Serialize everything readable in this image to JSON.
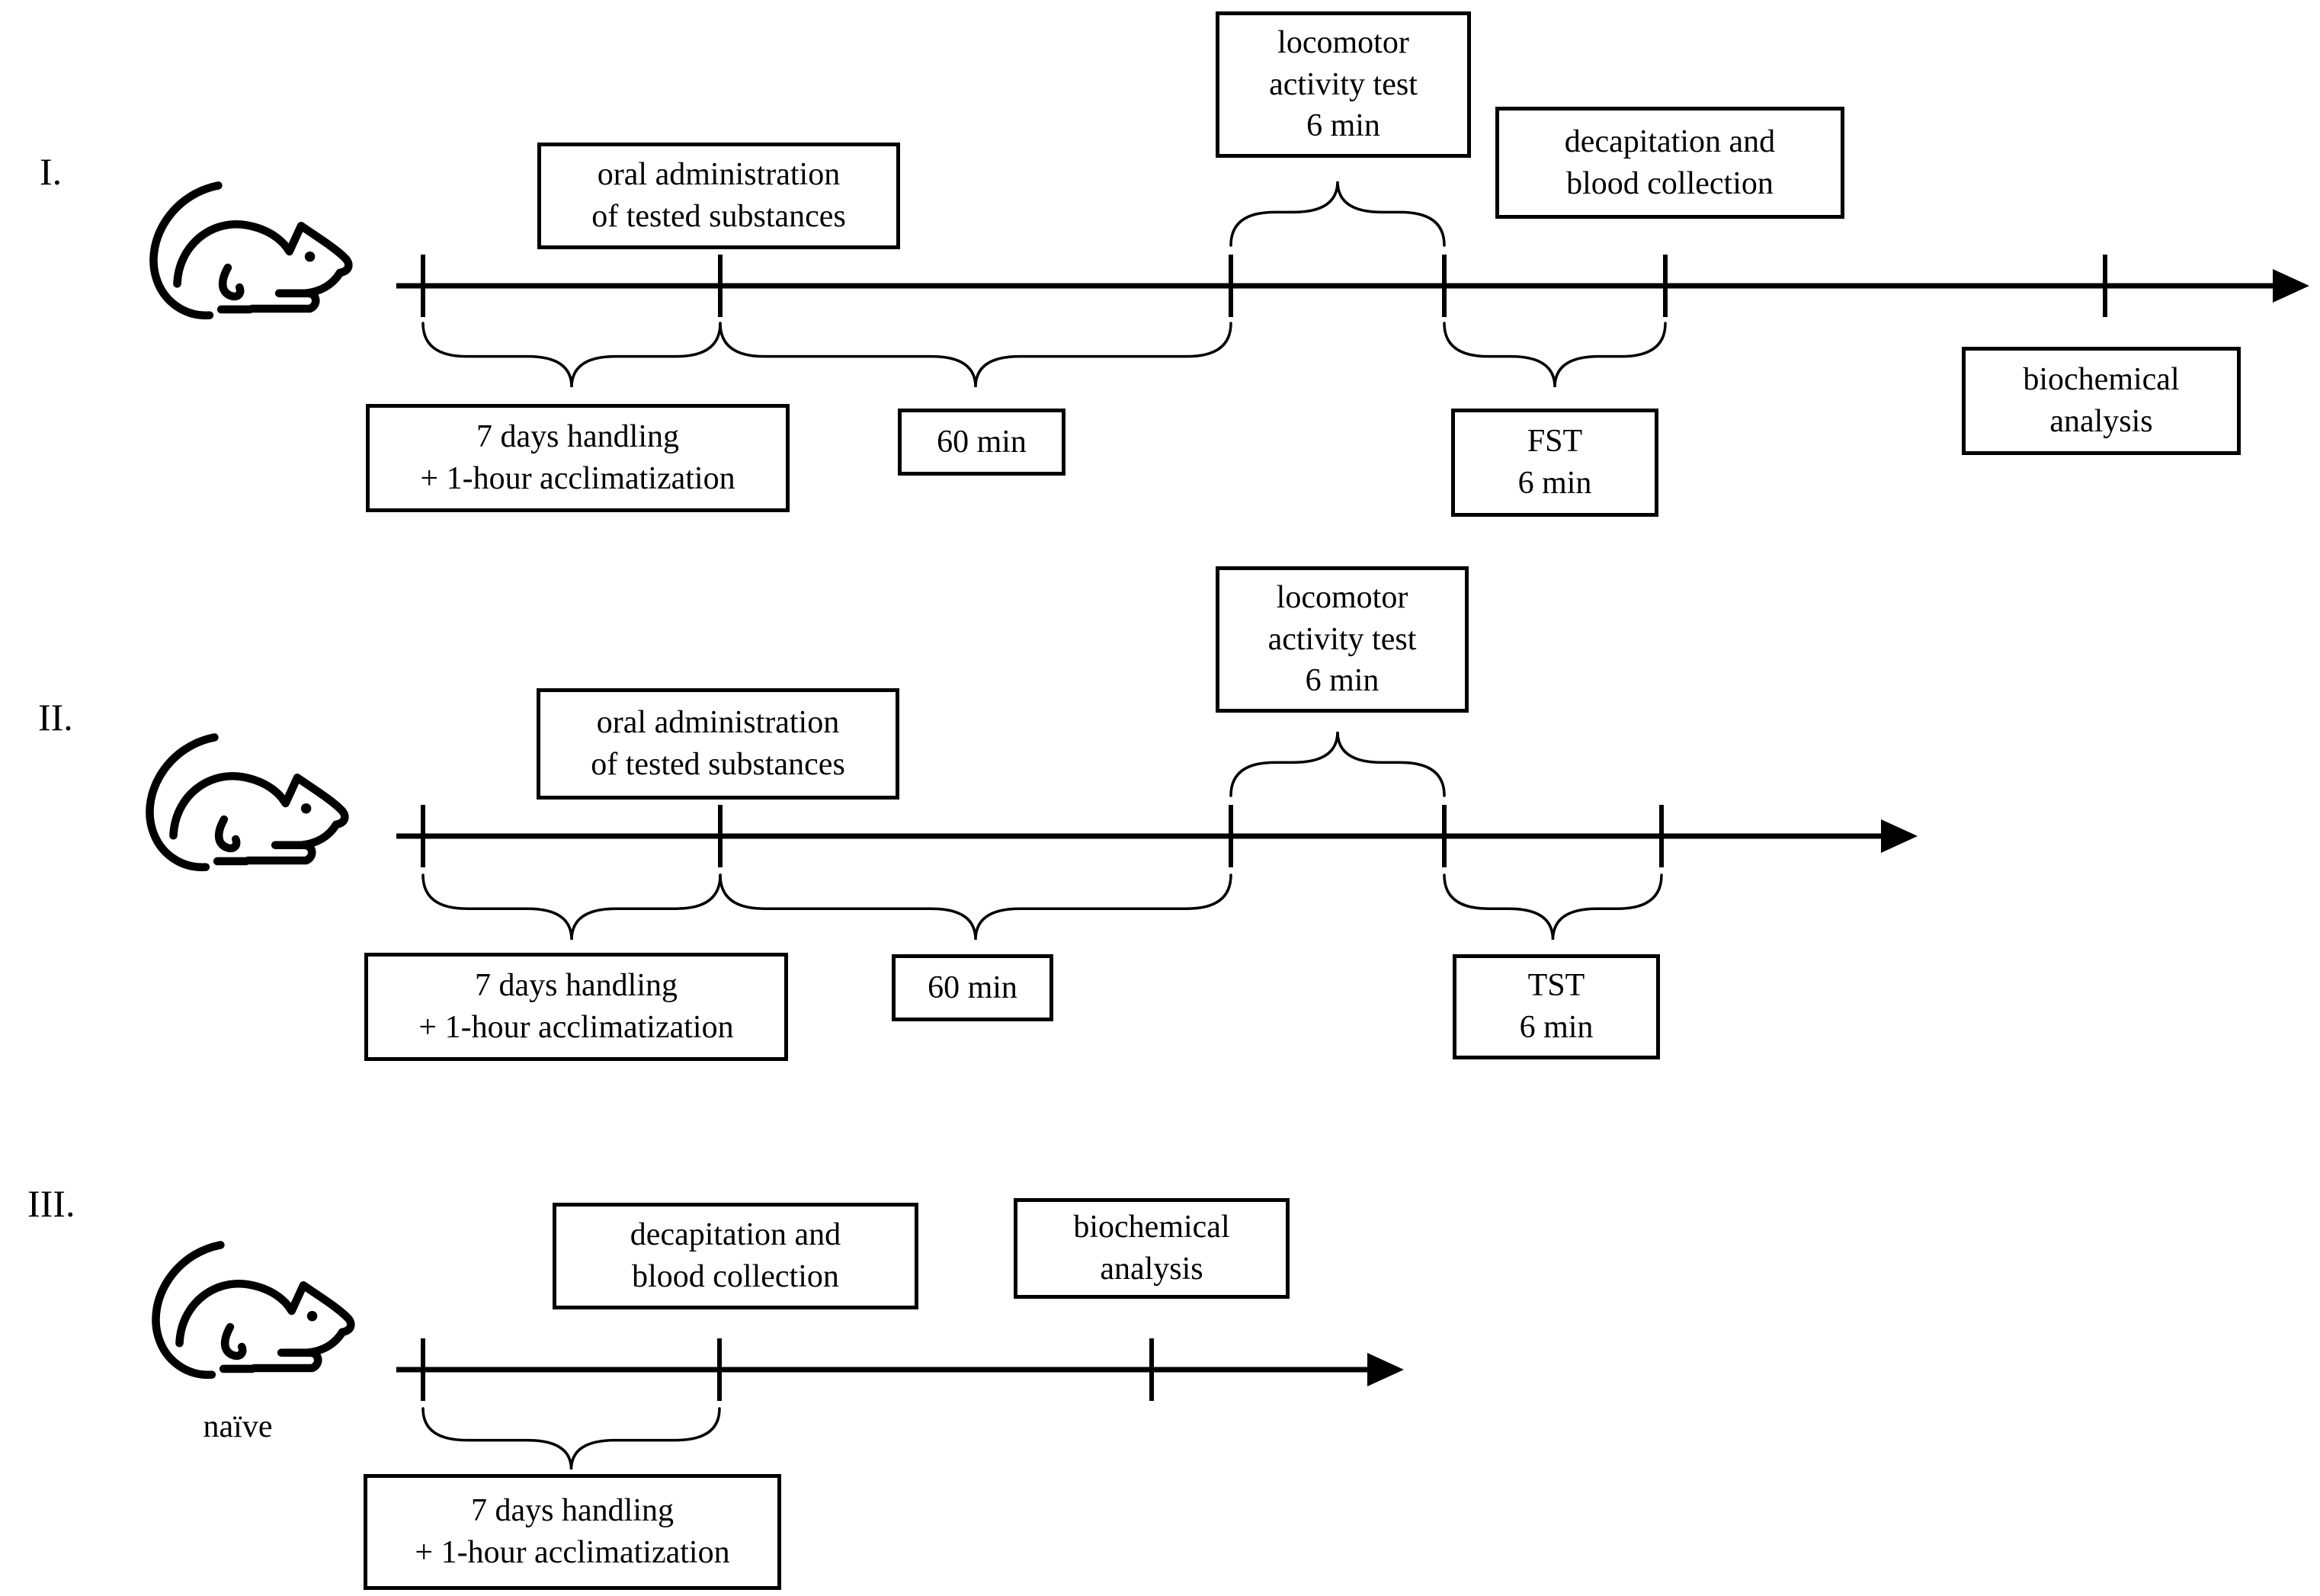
{
  "colors": {
    "ink": "#000000",
    "paper": "#ffffff"
  },
  "groups": [
    {
      "numeral": "I.",
      "oral_admin": [
        "oral administration",
        "of tested substances"
      ],
      "locomotor": [
        "locomotor",
        "activity test",
        "6 min"
      ],
      "decapitation": [
        "decapitation and",
        "blood collection"
      ],
      "handling": [
        "7 days handling",
        "+ 1-hour acclimatization"
      ],
      "wait": [
        "60 min"
      ],
      "behavior_test": [
        "FST",
        "6 min"
      ],
      "biochemical": [
        "biochemical",
        "analysis"
      ]
    },
    {
      "numeral": "II.",
      "oral_admin": [
        "oral administration",
        "of tested substances"
      ],
      "locomotor": [
        "locomotor",
        "activity test",
        "6 min"
      ],
      "handling": [
        "7 days handling",
        "+ 1-hour acclimatization"
      ],
      "wait": [
        "60 min"
      ],
      "behavior_test": [
        "TST",
        "6 min"
      ]
    },
    {
      "numeral": "III.",
      "subject_label": "naïve",
      "decapitation": [
        "decapitation and",
        "blood collection"
      ],
      "biochemical": [
        "biochemical",
        "analysis"
      ],
      "handling": [
        "7 days handling",
        "+ 1-hour acclimatization"
      ]
    }
  ]
}
